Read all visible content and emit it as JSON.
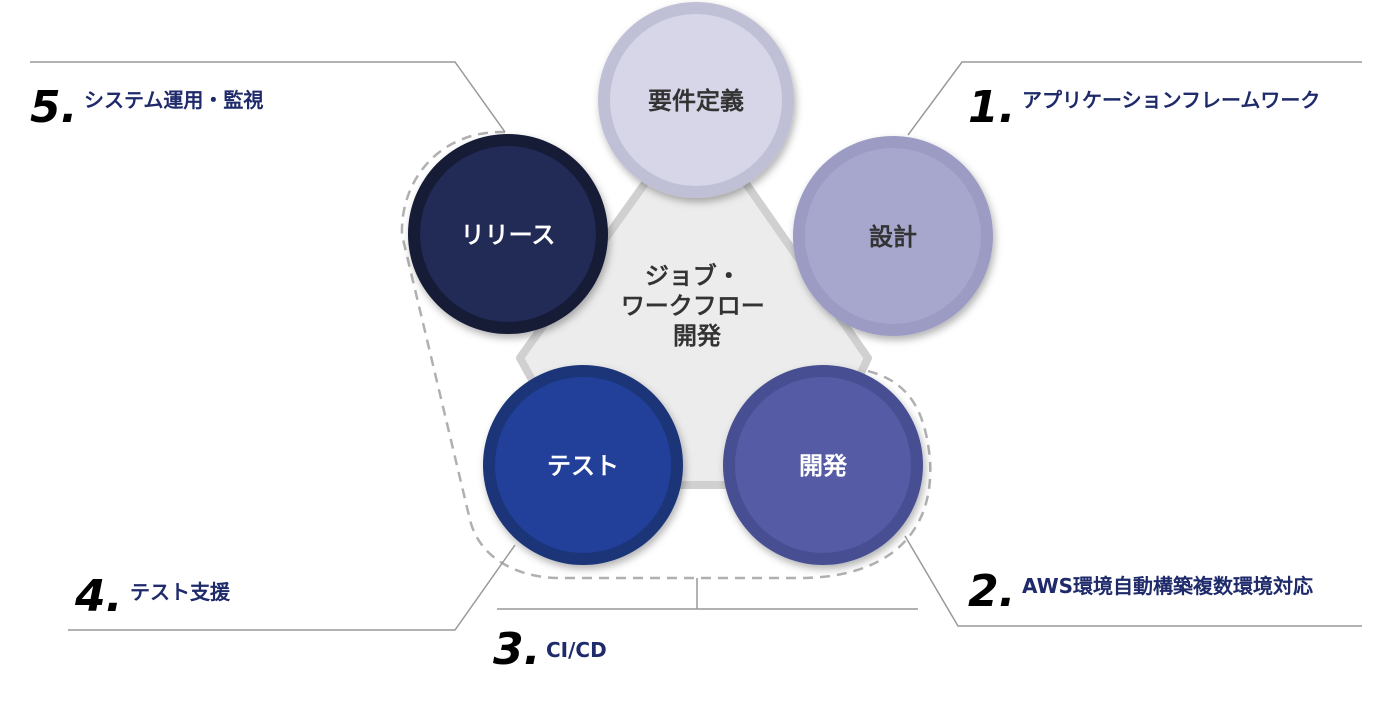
{
  "center": {
    "lines": [
      "ジョブ・",
      "ワークフロー",
      "開発"
    ]
  },
  "phases": [
    {
      "label": "要件定義",
      "fill": "#d8d8ea",
      "inner": "#d6d6e8",
      "ring": "#bfbfd6",
      "text": "#333333"
    },
    {
      "label": "設計",
      "fill": "#a9a9cf",
      "inner": "#a7a7cd",
      "ring": "#9b9bc4",
      "text": "#333333"
    },
    {
      "label": "開発",
      "fill": "#565ea6",
      "inner": "#545ca5",
      "ring": "#474f92",
      "text": "#ffffff"
    },
    {
      "label": "テスト",
      "fill": "#233f92",
      "inner": "#22419a",
      "ring": "#1a3479",
      "text": "#ffffff"
    },
    {
      "label": "リリース",
      "fill": "#1f2955",
      "inner": "#202a56",
      "ring": "#141a36",
      "text": "#ffffff"
    }
  ],
  "annotations": [
    {
      "num": "1.",
      "text": "アプリケーションフレームワーク"
    },
    {
      "num": "2.",
      "text": "AWS環境自動構築複数環境対応"
    },
    {
      "num": "3.",
      "text": "CI/CD"
    },
    {
      "num": "4.",
      "text": "テスト支援"
    },
    {
      "num": "5.",
      "text": "システム運用・監視"
    }
  ]
}
